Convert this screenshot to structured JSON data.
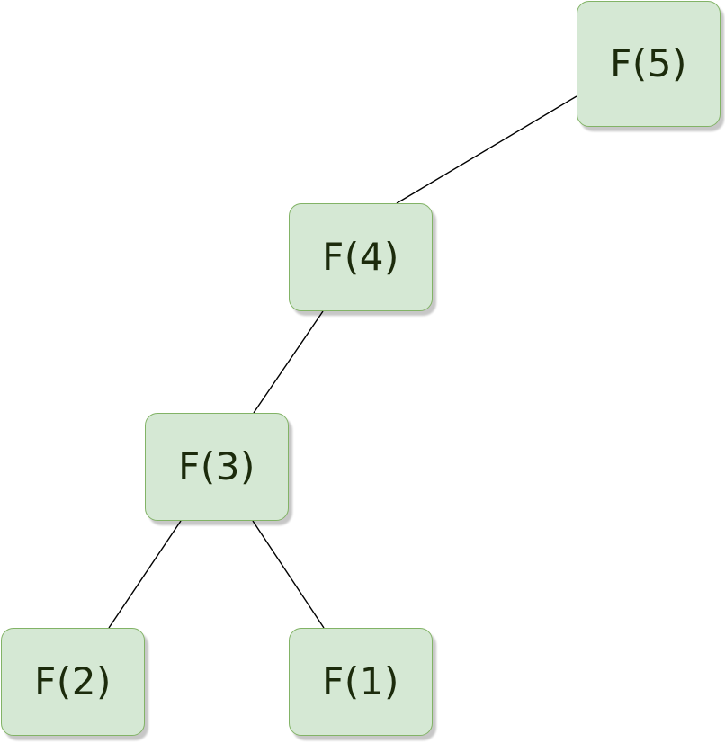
{
  "diagram": {
    "type": "tree",
    "colors": {
      "node_fill": "#d5e8d4",
      "node_border": "#82b366",
      "label_text": "#1c2b0c",
      "edge": "#000000"
    },
    "nodes": {
      "f5": {
        "label": "F(5)"
      },
      "f4": {
        "label": "F(4)"
      },
      "f3": {
        "label": "F(3)"
      },
      "f2": {
        "label": "F(2)"
      },
      "f1": {
        "label": "F(1)"
      }
    },
    "edges": [
      {
        "from": "f5",
        "to": "f4"
      },
      {
        "from": "f4",
        "to": "f3"
      },
      {
        "from": "f3",
        "to": "f2"
      },
      {
        "from": "f3",
        "to": "f1"
      }
    ]
  }
}
